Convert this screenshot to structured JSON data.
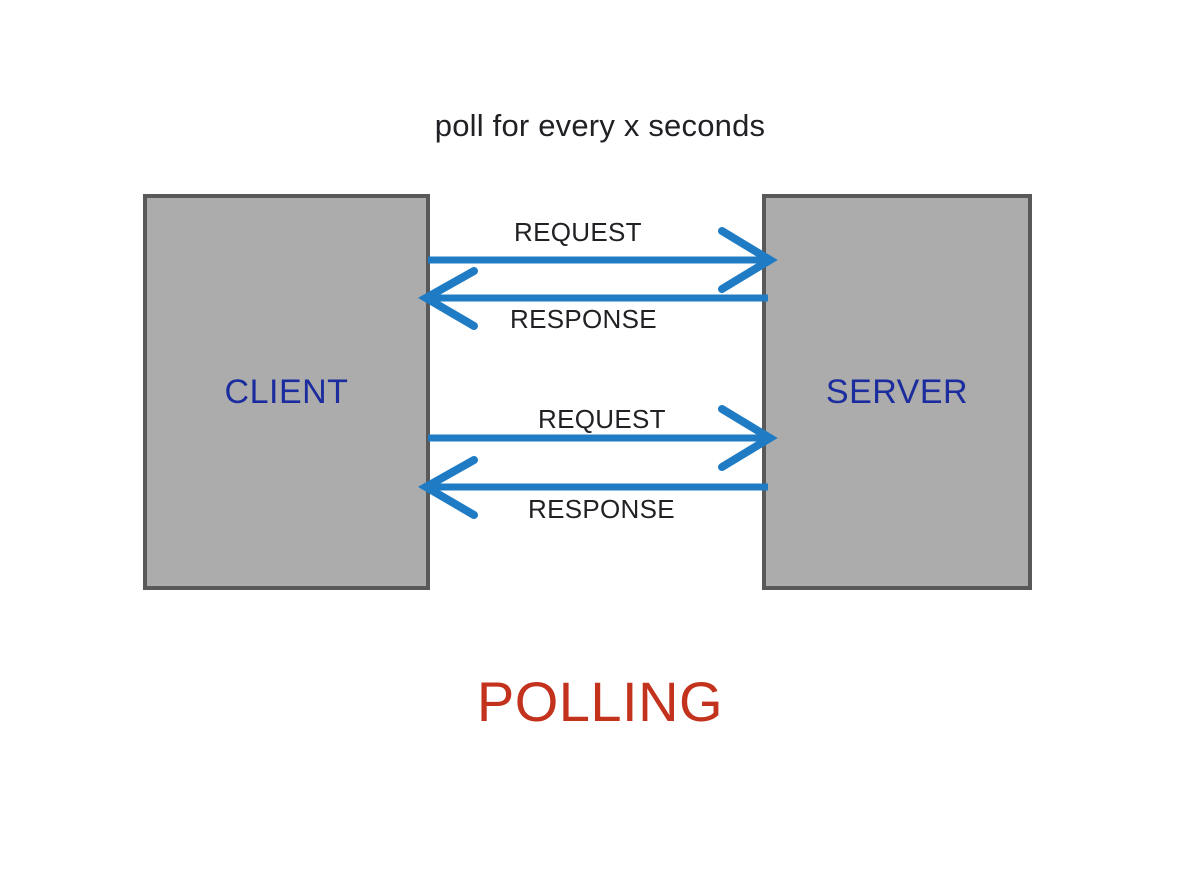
{
  "diagram": {
    "title": "poll for every x seconds",
    "caption": "POLLING",
    "colors": {
      "arrow": "#1F7CC4",
      "node_fill": "#ACACAC",
      "node_border": "#595959",
      "node_text": "#1B2C9E",
      "caption_text": "#C3321C",
      "label_text": "#202124",
      "background": "#FFFFFF"
    },
    "nodes": [
      {
        "id": "client",
        "label": "CLIENT"
      },
      {
        "id": "server",
        "label": "SERVER"
      }
    ],
    "messages": [
      {
        "id": "request-1",
        "label": "REQUEST",
        "direction": "client-to-server"
      },
      {
        "id": "response-1",
        "label": "RESPONSE",
        "direction": "server-to-client"
      },
      {
        "id": "request-2",
        "label": "REQUEST",
        "direction": "client-to-server"
      },
      {
        "id": "response-2",
        "label": "RESPONSE",
        "direction": "server-to-client"
      }
    ]
  }
}
